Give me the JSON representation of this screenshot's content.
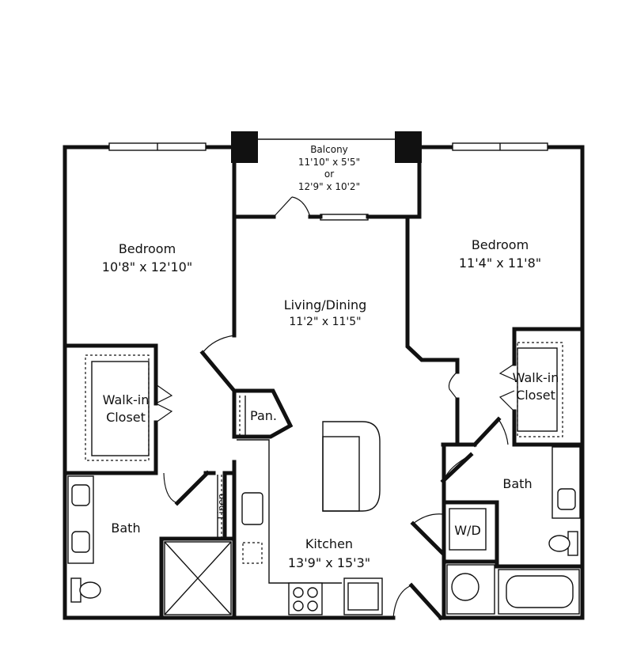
{
  "rooms": {
    "bedroom_left": {
      "name": "Bedroom",
      "size": "10'8\" x 12'10\""
    },
    "bedroom_right": {
      "name": "Bedroom",
      "size": "11'4\" x 11'8\""
    },
    "balcony": {
      "name": "Balcony",
      "size_a": "11'10\" x 5'5\"",
      "or": "or",
      "size_b": "12'9\" x 10'2\""
    },
    "living": {
      "name": "Living/Dining",
      "size": "11'2\" x 11'5\""
    },
    "closet_left": {
      "line1": "Walk-in",
      "line2": "Closet"
    },
    "closet_right": {
      "line1": "Walk-in",
      "line2": "Closet"
    },
    "pantry": {
      "name": "Pan."
    },
    "linen": {
      "name": "Linen"
    },
    "bath_left": {
      "name": "Bath"
    },
    "bath_right": {
      "name": "Bath"
    },
    "kitchen": {
      "name": "Kitchen",
      "size": "13'9\" x 15'3\""
    },
    "laundry": {
      "name": "W/D"
    }
  }
}
